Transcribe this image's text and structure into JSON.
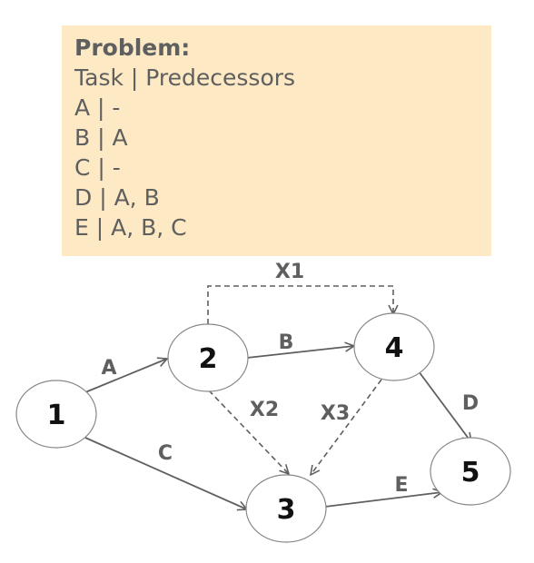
{
  "problem": {
    "title": "Problem:",
    "header": "Task | Predecessors",
    "rows": [
      "A | -",
      "B | A",
      "C | -",
      "D | A, B",
      "E | A, B, C"
    ]
  },
  "nodes": [
    {
      "id": "1",
      "label": "1"
    },
    {
      "id": "2",
      "label": "2"
    },
    {
      "id": "3",
      "label": "3"
    },
    {
      "id": "4",
      "label": "4"
    },
    {
      "id": "5",
      "label": "5"
    }
  ],
  "edges": [
    {
      "from": "1",
      "to": "2",
      "label": "A",
      "dashed": false
    },
    {
      "from": "2",
      "to": "4",
      "label": "B",
      "dashed": false
    },
    {
      "from": "1",
      "to": "3",
      "label": "C",
      "dashed": false
    },
    {
      "from": "4",
      "to": "5",
      "label": "D",
      "dashed": false
    },
    {
      "from": "3",
      "to": "5",
      "label": "E",
      "dashed": false
    },
    {
      "from": "2",
      "to": "4",
      "label": "X1",
      "dashed": true
    },
    {
      "from": "2",
      "to": "3",
      "label": "X2",
      "dashed": true
    },
    {
      "from": "4",
      "to": "3",
      "label": "X3",
      "dashed": true
    }
  ],
  "colors": {
    "box_fill": "#fde9c4",
    "text": "#5f5f5f",
    "edge": "#5f5f5f",
    "node_stroke": "#888888"
  }
}
